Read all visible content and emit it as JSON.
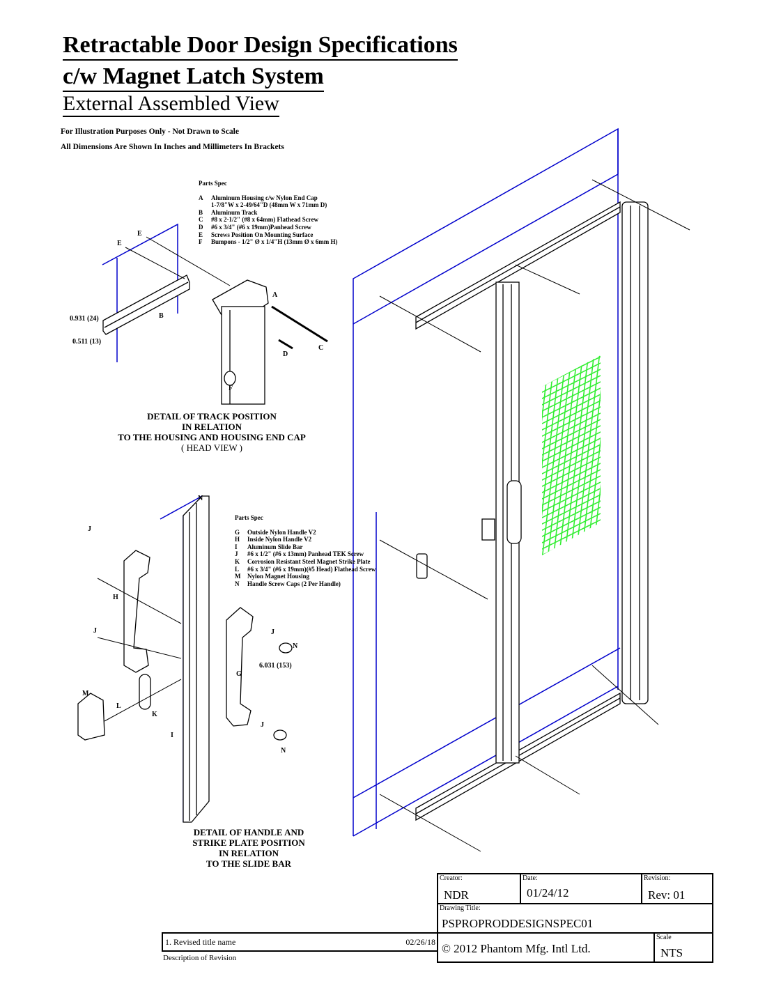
{
  "header": {
    "title_line1": "Retractable Door Design Specifications",
    "title_line2": "c/w Magnet Latch System",
    "subtitle": "External Assembled View",
    "note1": "For Illustration Purposes Only - Not Drawn to Scale",
    "note2": "All Dimensions Are Shown In Inches and Millimeters In Brackets"
  },
  "parts_spec_1": {
    "heading": "Parts Spec",
    "items": [
      {
        "key": "A",
        "text": "Aluminum Housing c/w Nylon End Cap"
      },
      {
        "key": "",
        "text": "1-7/8\"W x 2-49/64\"D (48mm W x 71mm D)"
      },
      {
        "key": "B",
        "text": "Aluminum Track"
      },
      {
        "key": "C",
        "text": "#8 x 2-1/2\" (#8 x 64mm) Flathead Screw"
      },
      {
        "key": "D",
        "text": "#6 x 3/4\" (#6 x 19mm)Panhead Screw"
      },
      {
        "key": "E",
        "text": "Screws Position On Mounting Surface"
      },
      {
        "key": "F",
        "text": "Bumpons - 1/2\" Ø x 1/4\"H (13mm Ø x 6mm H)"
      }
    ]
  },
  "parts_spec_2": {
    "heading": "Parts Spec",
    "items": [
      {
        "key": "G",
        "text": "Outside Nylon Handle V2"
      },
      {
        "key": "H",
        "text": "Inside Nylon Handle V2"
      },
      {
        "key": "I",
        "text": "Aluminum Slide Bar"
      },
      {
        "key": "J",
        "text": "#6 x 1/2\" (#6 x 13mm) Panhead TEK Screw"
      },
      {
        "key": "K",
        "text": "Corrosion Resistant Steel Magnet Strike Plate"
      },
      {
        "key": "L",
        "text": "#6 x 3/4\" (#6 x 19mm)(#5 Head) Flathead Screw"
      },
      {
        "key": "M",
        "text": "Nylon Magnet Housing"
      },
      {
        "key": "N",
        "text": "Handle Screw Caps (2 Per Handle)"
      }
    ]
  },
  "detail_1": {
    "caption": [
      "DETAIL OF TRACK POSITION",
      "IN RELATION",
      "TO THE HOUSING AND HOUSING END CAP",
      "( HEAD VIEW )"
    ],
    "labels": {
      "A": "A",
      "B": "B",
      "C": "C",
      "D": "D",
      "E1": "E",
      "E2": "E",
      "F": "F"
    },
    "dim1": "0.931 (24)",
    "dim2": "0.511 (13)"
  },
  "detail_2": {
    "caption": [
      "DETAIL OF HANDLE AND",
      "STRIKE PLATE POSITION",
      "IN RELATION",
      "TO THE SLIDE BAR"
    ],
    "labels": {
      "J1": "J",
      "J2": "J",
      "J3": "J",
      "J4": "J",
      "H": "H",
      "G": "G",
      "M": "M",
      "L": "L",
      "K": "K",
      "I": "I",
      "N1": "N",
      "N2": "N",
      "N3": "N"
    },
    "dim": "6.031 (153)"
  },
  "title_block": {
    "creator_label": "Creator:",
    "creator": "NDR",
    "date_label": "Date:",
    "date": "01/24/12",
    "revision_label": "Revision:",
    "revision": "Rev: 01",
    "drawing_title_label": "Drawing Title:",
    "drawing_title": "PSPROPRODDESIGNSPEC01",
    "copyright": "© 2012 Phantom Mfg. Intl Ltd.",
    "scale_label": "Scale",
    "scale": "NTS"
  },
  "revision_log": {
    "entry": "1. Revised title name",
    "entry_date": "02/26/18",
    "label": "Description of Revision"
  },
  "colors": {
    "frame_lines": "#0000cc",
    "mesh": "#33ee33"
  }
}
